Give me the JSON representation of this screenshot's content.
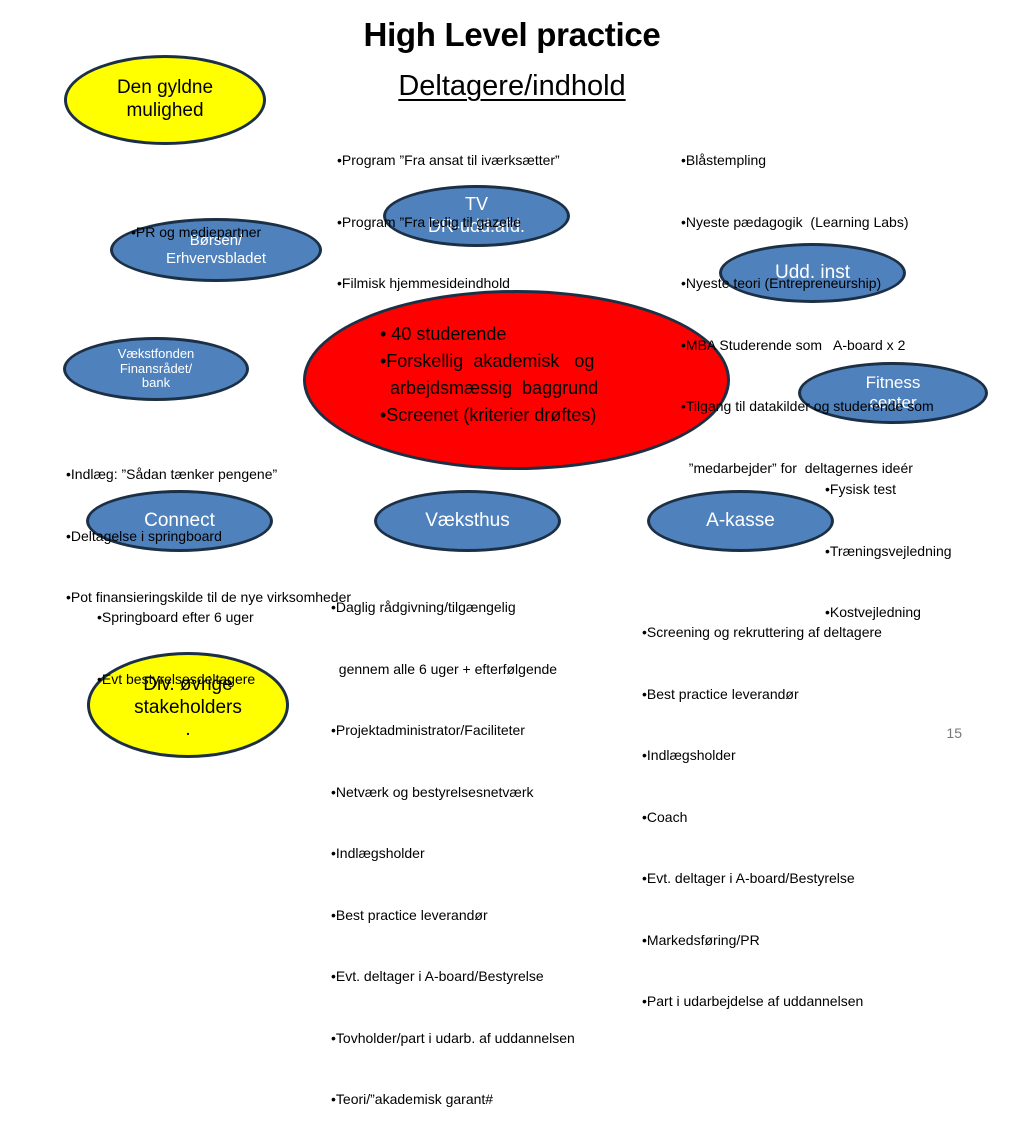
{
  "title": "High Level practice",
  "subtitle": "Deltagere/indhold",
  "page_number": "15",
  "ellipses": {
    "gyldne": [
      "Den gyldne",
      "mulighed"
    ],
    "tv": [
      "TV",
      "DR-udd.afd."
    ],
    "borsen": [
      "Børsen/",
      "Erhvervsbladet"
    ],
    "udd": [
      "Udd. inst"
    ],
    "vaekstfonden": [
      "Vækstfonden",
      "Finansrådet/",
      "bank"
    ],
    "fitness": [
      "Fitness",
      "center"
    ],
    "connect": [
      "Connect"
    ],
    "vaeksthus": [
      "Væksthus"
    ],
    "akasse": [
      "A-kasse"
    ],
    "div": [
      "Div. øvrige",
      "stakeholders",
      "."
    ]
  },
  "center": [
    "• 40 studerende",
    "•Forskellig  akademisk   og",
    "  arbejdsmæssig  baggrund",
    "•Screenet (kriterier drøftes)"
  ],
  "lists": {
    "tv": [
      "•Program ”Fra ansat til iværksætter”",
      "•Program ”Fra ledig til gazelle",
      "•Filmisk hjemmesideindhold"
    ],
    "udd": [
      "•Blåstempling",
      "•Nyeste pædagogik  (Learning Labs)",
      "•Nyeste teori (Entrepreneurship)",
      "•MBA Studerende som   A-board x 2",
      "•Tilgang til datakilder og studerende som",
      "  ”medarbejder” for  deltagernes ideér"
    ],
    "borsen": [
      "•PR og mediepartner"
    ],
    "vaekstfonden": [
      "•Indlæg: ”Sådan tænker pengene”",
      "•Deltagelse i springboard",
      "•Pot finansieringskilde til de nye virksomheder"
    ],
    "fitness": [
      "•Fysisk test",
      "•Træningsvejledning",
      "•Kostvejledning"
    ],
    "connect": [
      "•Springboard efter 6 uger",
      "•Evt bestyrelsesdeltagere"
    ],
    "vaeksthus": [
      "•Daglig rådgivning/tilgængelig",
      "  gennem alle 6 uger + efterfølgende",
      "•Projektadministrator/Faciliteter",
      "•Netværk og bestyrelsesnetværk",
      "•Indlægsholder",
      "•Best practice leverandør",
      "•Evt. deltager i A-board/Bestyrelse",
      "•Tovholder/part i udarb. af uddannelsen",
      "•Teori/”akademisk garant#"
    ],
    "akasse": [
      "•Screening og rekruttering af deltagere",
      "•Best practice leverandør",
      "•Indlægsholder",
      "•Coach",
      "•Evt. deltager i A-board/Bestyrelse",
      "•Markedsføring/PR",
      "•Part i udarbejdelse af uddannelsen"
    ]
  },
  "colors": {
    "blue_fill": "#4f81bd",
    "yellow_fill": "#ffff00",
    "red_fill": "#ff0000",
    "outline": "#1c3045"
  }
}
